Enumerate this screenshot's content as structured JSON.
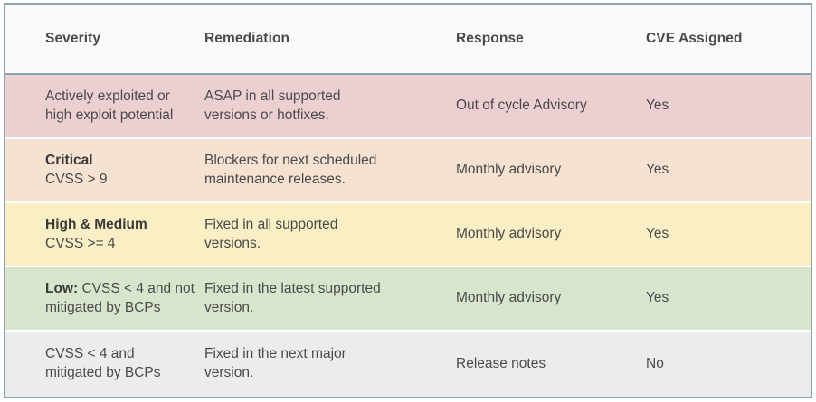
{
  "table": {
    "columns": [
      {
        "key": "severity",
        "label": "Severity"
      },
      {
        "key": "remediation",
        "label": "Remediation"
      },
      {
        "key": "response",
        "label": "Response"
      },
      {
        "key": "cve",
        "label": "CVE Assigned"
      }
    ],
    "rows": [
      {
        "row_color": "#eccfd0",
        "severity_bold": "",
        "severity_line1": "Actively exploited or",
        "severity_line2": "high exploit potential",
        "severity_inline_style": "none",
        "remediation_line1": "ASAP in all supported",
        "remediation_line2": "versions or hotfixes.",
        "response": "Out of cycle Advisory",
        "cve": "Yes"
      },
      {
        "row_color": "#f5e2d0",
        "severity_bold": "Critical",
        "severity_line1": "CVSS > 9",
        "severity_line2": "",
        "severity_inline_style": "block",
        "remediation_line1": "Blockers for next scheduled",
        "remediation_line2": "maintenance releases.",
        "response": "Monthly advisory",
        "cve": "Yes"
      },
      {
        "row_color": "#faeec4",
        "severity_bold": "High & Medium",
        "severity_line1": "CVSS >= 4",
        "severity_line2": "",
        "severity_inline_style": "block",
        "remediation_line1": "Fixed in all supported",
        "remediation_line2": "versions.",
        "response": "Monthly advisory",
        "cve": "Yes"
      },
      {
        "row_color": "#d8e5cd",
        "severity_bold": "Low:",
        "severity_line1": " CVSS < 4 and not",
        "severity_line2": "mitigated by BCPs",
        "severity_inline_style": "inline",
        "remediation_line1": "Fixed in the latest supported",
        "remediation_line2": "version.",
        "response": "Monthly advisory",
        "cve": "Yes"
      },
      {
        "row_color": "#ececec",
        "severity_bold": "",
        "severity_line1": "CVSS < 4 and",
        "severity_line2": "mitigated by BCPs",
        "severity_inline_style": "none",
        "remediation_line1": "Fixed in the next major",
        "remediation_line2": "version.",
        "response": "Release notes",
        "cve": "No"
      }
    ]
  },
  "style": {
    "border_color": "#8ca3b0",
    "header_bg": "#fafafa",
    "header_text_color": "#1c2536",
    "body_text_color": "#4a4a4a",
    "bold_text_color": "#3a3a3a",
    "row_separator_color": "#ffffff"
  }
}
